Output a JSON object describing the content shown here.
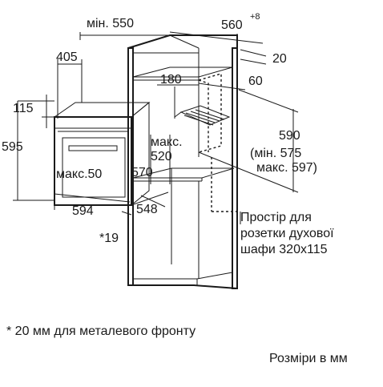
{
  "labels": {
    "min550": "мін. 550",
    "d560": "560",
    "d560_sup": "+8",
    "d20": "20",
    "d405": "405",
    "d180": "180",
    "d60": "60",
    "d115": "115",
    "d595": "595",
    "maks520_line1": "макс.",
    "maks520_line2": "520",
    "d590": "590",
    "min575": "(мін. 575",
    "maks597": "макс. 597)",
    "maks50": "макс.50",
    "d570": "570",
    "d594": "594",
    "d548": "548",
    "star19": "*19",
    "socket_line1": "Простір для",
    "socket_line2": "розетки духової",
    "socket_line3": "шафи 320x115"
  },
  "footnote": "* 20 мм для металевого фронту",
  "units_note": "Розміри в мм"
}
